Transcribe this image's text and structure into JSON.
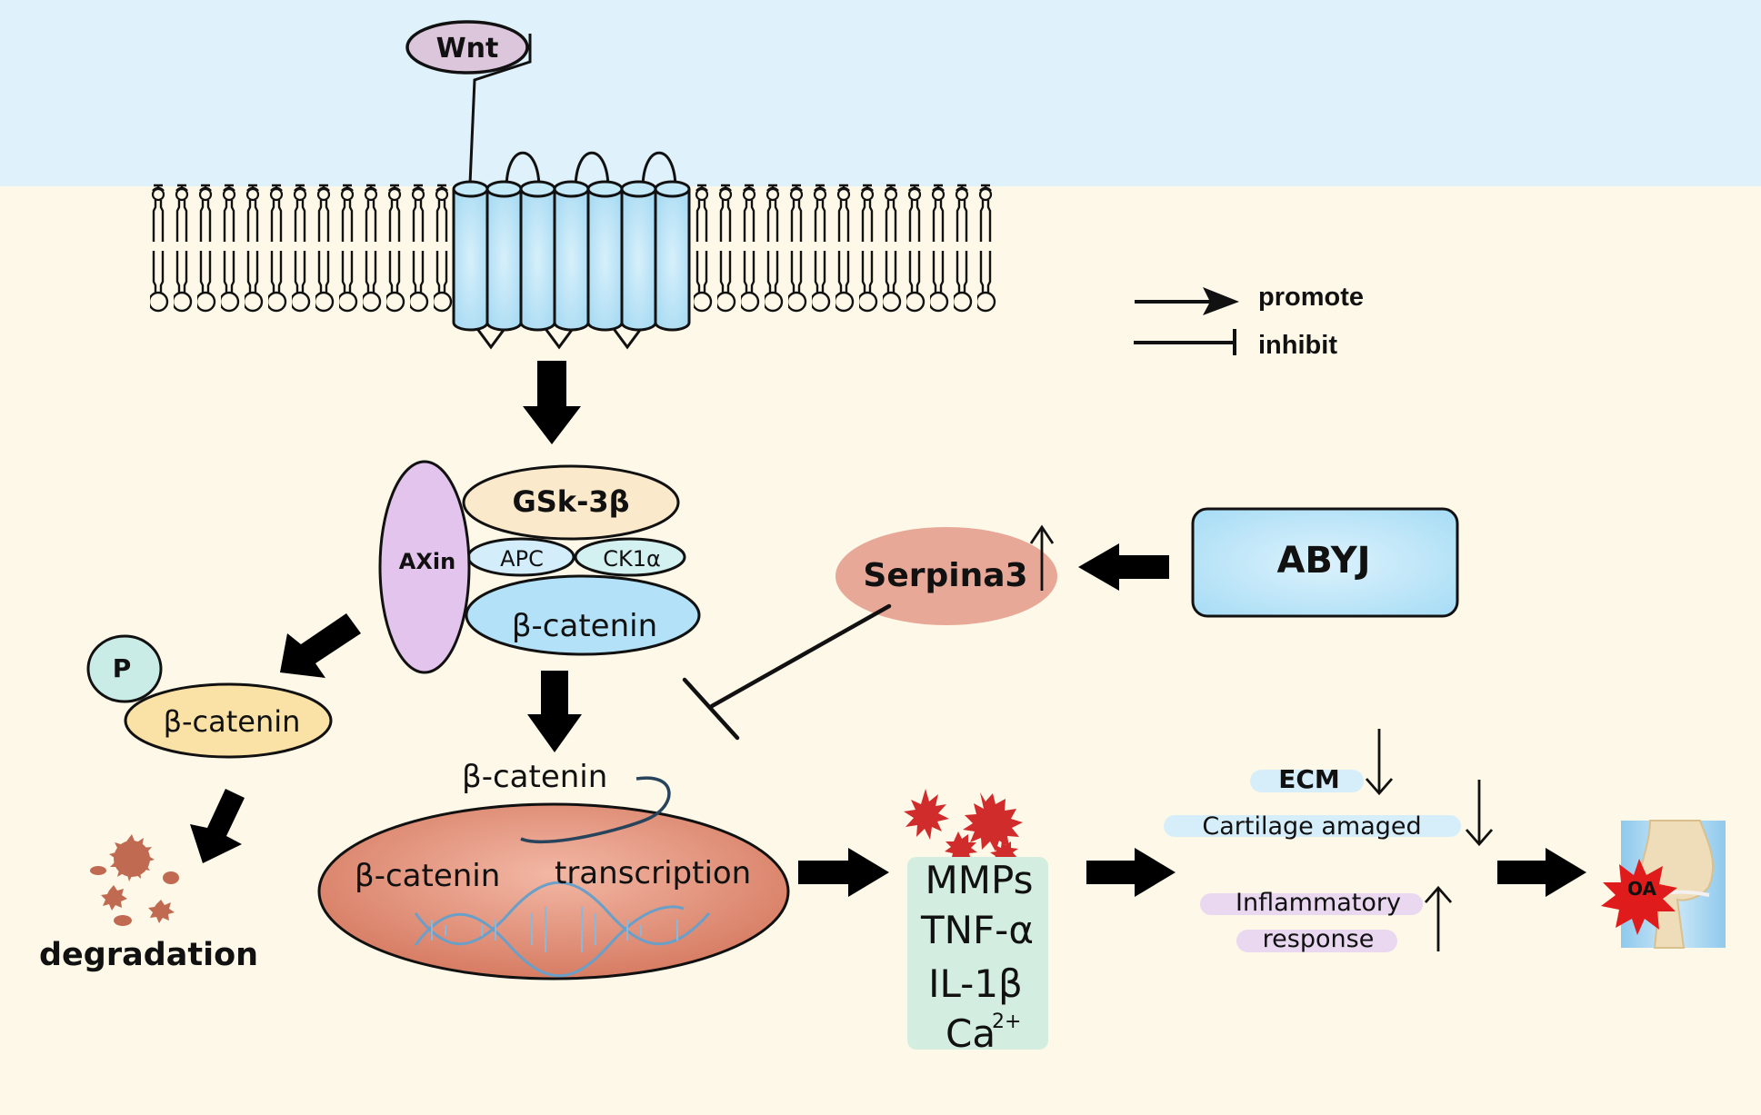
{
  "title": "Wnt/β-catenin pathway, Serpina3 and ABYJ in osteoarthritis",
  "colors": {
    "extracellular_bg": "#dff2fb",
    "intracellular_bg": "#fdf8e7",
    "wnt_fill": "#dcc6dc",
    "receptor_fill": "#b6e2f6",
    "axin_fill": "#e3c4ec",
    "gsk_fill": "#fbe9cc",
    "apc_fill": "#d3eefa",
    "ck1_fill": "#d3f1f0",
    "bcat_complex_fill": "#b3e1f7",
    "p_fill": "#c9ece6",
    "bcat_phospho_fill": "#fae1a6",
    "serpina3_fill": "#e8a898",
    "abyj_fill": "#bde6f8",
    "nucleus_fill": "#de8a74",
    "cytokine_box_fill": "#d3eee0",
    "cytokine_splat": "#d12c2c",
    "degradation_splat": "#c06a52",
    "ecm_pill": "#d6eefa",
    "inflam_pill": "#ead8f1",
    "arrow": "#000000",
    "oa_star": "#e01b1b"
  },
  "legend": {
    "items": [
      {
        "symbol": "arrow",
        "label": "promote"
      },
      {
        "symbol": "inhibit-bar",
        "label": "inhibit"
      }
    ]
  },
  "nodes": {
    "wnt": "Wnt",
    "axin": "AXin",
    "gsk3b": "GSk-3β",
    "apc": "APC",
    "ck1a": "CK1α",
    "bcatenin_complex": "β-catenin",
    "phospho": "P",
    "bcatenin_phospho": "β-catenin",
    "degradation": "degradation",
    "bcatenin_free": "β-catenin",
    "nucleus_bcatenin": "β-catenin",
    "nucleus_transcription": "transcription",
    "serpina3": "Serpina3",
    "abyj": "ABYJ",
    "cytokines": [
      "MMPs",
      "TNF-α",
      "IL-1β",
      "Ca"
    ],
    "calcium_superscript": "2+",
    "ecm": "ECM",
    "cartilage": "Cartilage amaged",
    "inflammatory_line1": "Inflammatory",
    "inflammatory_line2": "response",
    "oa": "OA"
  },
  "indicators": {
    "serpina3": "up",
    "ecm": "down",
    "cartilage": "down",
    "inflammatory_response": "up"
  },
  "relations": [
    {
      "from": "Wnt",
      "to": "receptor",
      "type": "binds"
    },
    {
      "from": "receptor",
      "to": "destruction complex",
      "type": "promote"
    },
    {
      "from": "destruction complex",
      "to": "phospho β-catenin",
      "type": "promote"
    },
    {
      "from": "phospho β-catenin",
      "to": "degradation",
      "type": "promote"
    },
    {
      "from": "destruction complex",
      "to": "β-catenin nuclear",
      "type": "promote"
    },
    {
      "from": "ABYJ",
      "to": "Serpina3",
      "type": "promote"
    },
    {
      "from": "Serpina3",
      "to": "β-catenin nuclear",
      "type": "inhibit"
    },
    {
      "from": "β-catenin transcription",
      "to": "MMPs/TNF-α/IL-1β/Ca2+",
      "type": "promote"
    },
    {
      "from": "MMPs/TNF-α/IL-1β/Ca2+",
      "to": "ECM/Cartilage/Inflammation",
      "type": "promote"
    },
    {
      "from": "ECM/Cartilage/Inflammation",
      "to": "OA",
      "type": "promote"
    }
  ]
}
